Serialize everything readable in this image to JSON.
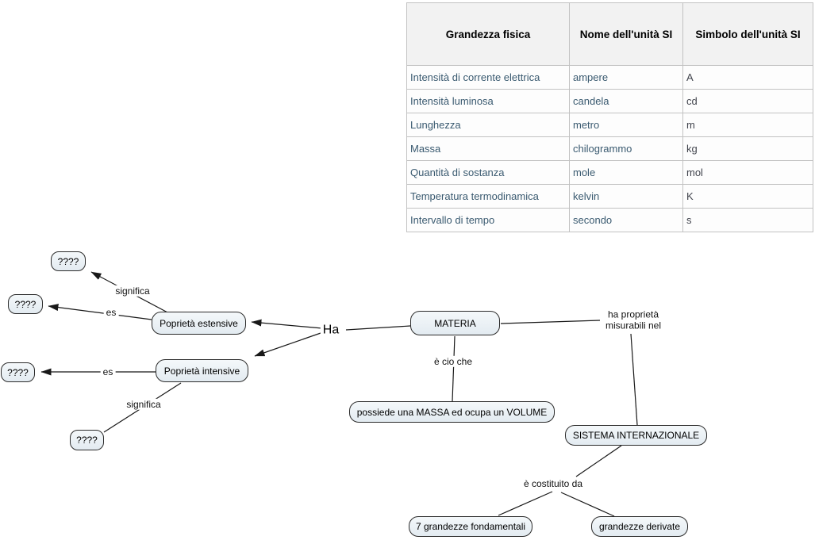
{
  "table": {
    "headers": [
      "Grandezza fisica",
      "Nome dell'unità SI",
      "Simbolo dell'unità SI"
    ],
    "rows": [
      [
        "Intensità di corrente elettrica",
        "ampere",
        "A"
      ],
      [
        "Intensità luminosa",
        "candela",
        "cd"
      ],
      [
        "Lunghezza",
        "metro",
        "m"
      ],
      [
        "Massa",
        "chilogrammo",
        "kg"
      ],
      [
        "Quantità di sostanza",
        "mole",
        "mol"
      ],
      [
        "Temperatura termodinamica",
        "kelvin",
        "K"
      ],
      [
        "Intervallo di tempo",
        "secondo",
        "s"
      ]
    ]
  },
  "map": {
    "nodes": {
      "materia": "MATERIA",
      "estensive": "Poprietà estensive",
      "intensive": "Poprietà intensive",
      "possiede": "possiede una MASSA ed ocupa un VOLUME",
      "sistema": "SISTEMA INTERNAZIONALE",
      "fondamentali": "7 grandezze fondamentali",
      "derivate": "grandezze derivate",
      "unknown_1": "????",
      "unknown_2": "????",
      "unknown_3": "????",
      "unknown_4": "????"
    },
    "links": {
      "ha": "Ha",
      "significa_top": "significa",
      "es_top": "es",
      "es_left": "es",
      "significa_bottom": "significa",
      "e_cio_che": "è cio che",
      "ha_proprieta_1": "ha proprietà",
      "ha_proprieta_2": "misurabili nel",
      "e_costituito_da": "è costituito da"
    }
  },
  "colors": {
    "node_fill_top": "#f4f8fa",
    "node_fill_bottom": "#e3ebf1",
    "node_border": "#2b2b2b",
    "connector_line": "#181818",
    "table_border": "#c2c2c2",
    "table_header_bg": "#f2f2f2",
    "table_quantity_text": "#3a5a70",
    "table_symbol_text": "#41444d",
    "background": "#ffffff"
  }
}
